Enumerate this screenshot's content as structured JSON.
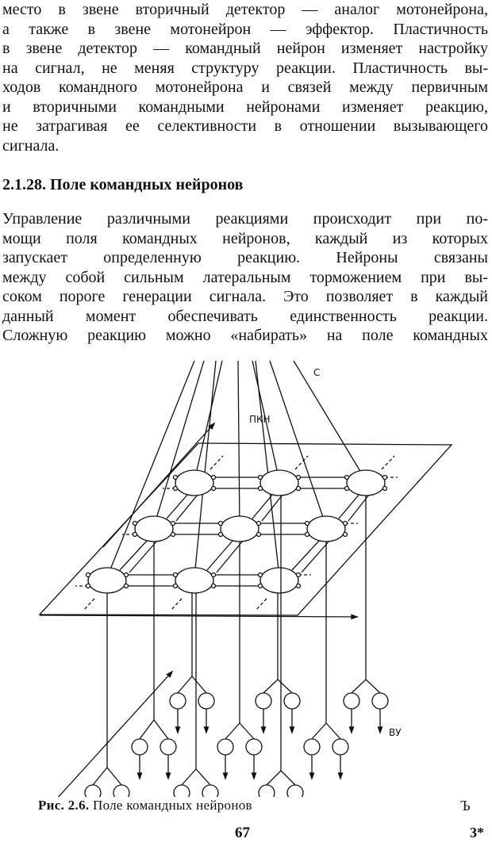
{
  "paragraph1": [
    "место в звене вторичный детектор — аналог мотонейрона,",
    "а также в звене мотонейрон — эффектор. Пластичность",
    "в звене детектор — командный нейрон изменяет настройку",
    "на сигнал, не меняя структуру реакции. Пластичность вы-",
    "ходов командного мотонейрона и связей между первичным",
    "и вторичными командными нейронами изменяет реакцию,",
    "не затрагивая ее селективности в отношении вызывающего",
    "сигнала."
  ],
  "heading": "2.1.28. Поле командных нейронов",
  "paragraph2": [
    "Управление различными реакциями происходит при по-",
    "мощи поля командных нейронов, каждый из которых",
    "запускает определенную реакцию. Нейроны связаны",
    "между собой сильным латеральным торможением при вы-",
    "соком пороге генерации сигнала. Это позволяет в каждый",
    "данный момент обеспечивать единственность реакции.",
    "Сложную реакцию можно «набирать» на поле командных"
  ],
  "figure": {
    "labels": {
      "stimulus": "С",
      "field": "ПКН",
      "output": "ВУ"
    }
  },
  "caption": {
    "prefix": "Рис. 2.6.",
    "text": " Поле командных нейронов"
  },
  "margin_mark": "Ъ",
  "page_number": "67",
  "signature": "3*"
}
